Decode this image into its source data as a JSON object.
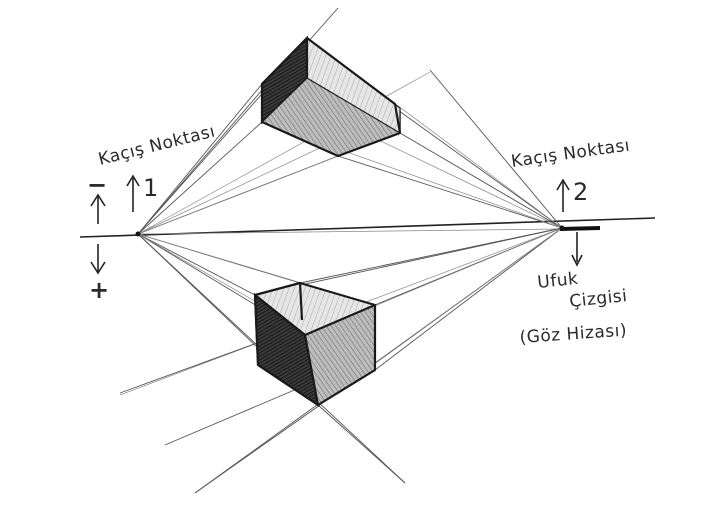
{
  "labels": {
    "vp1_title": "Kaçış Noktası",
    "vp1_number": "1",
    "vp2_title": "Kaçış Noktası",
    "vp2_number": "2",
    "horizon_line1": "Ufuk",
    "horizon_line2": "Çizgisi",
    "horizon_line3": "(Göz Hizası)",
    "minus_sign": "−",
    "plus_sign": "+"
  },
  "colors": {
    "paper": "#ffffff",
    "pencil": "#1a1a1a",
    "shade_dark": "#2b2b2b",
    "shade_mid": "#8a8a8a",
    "shade_light": "#cfcfcf"
  }
}
